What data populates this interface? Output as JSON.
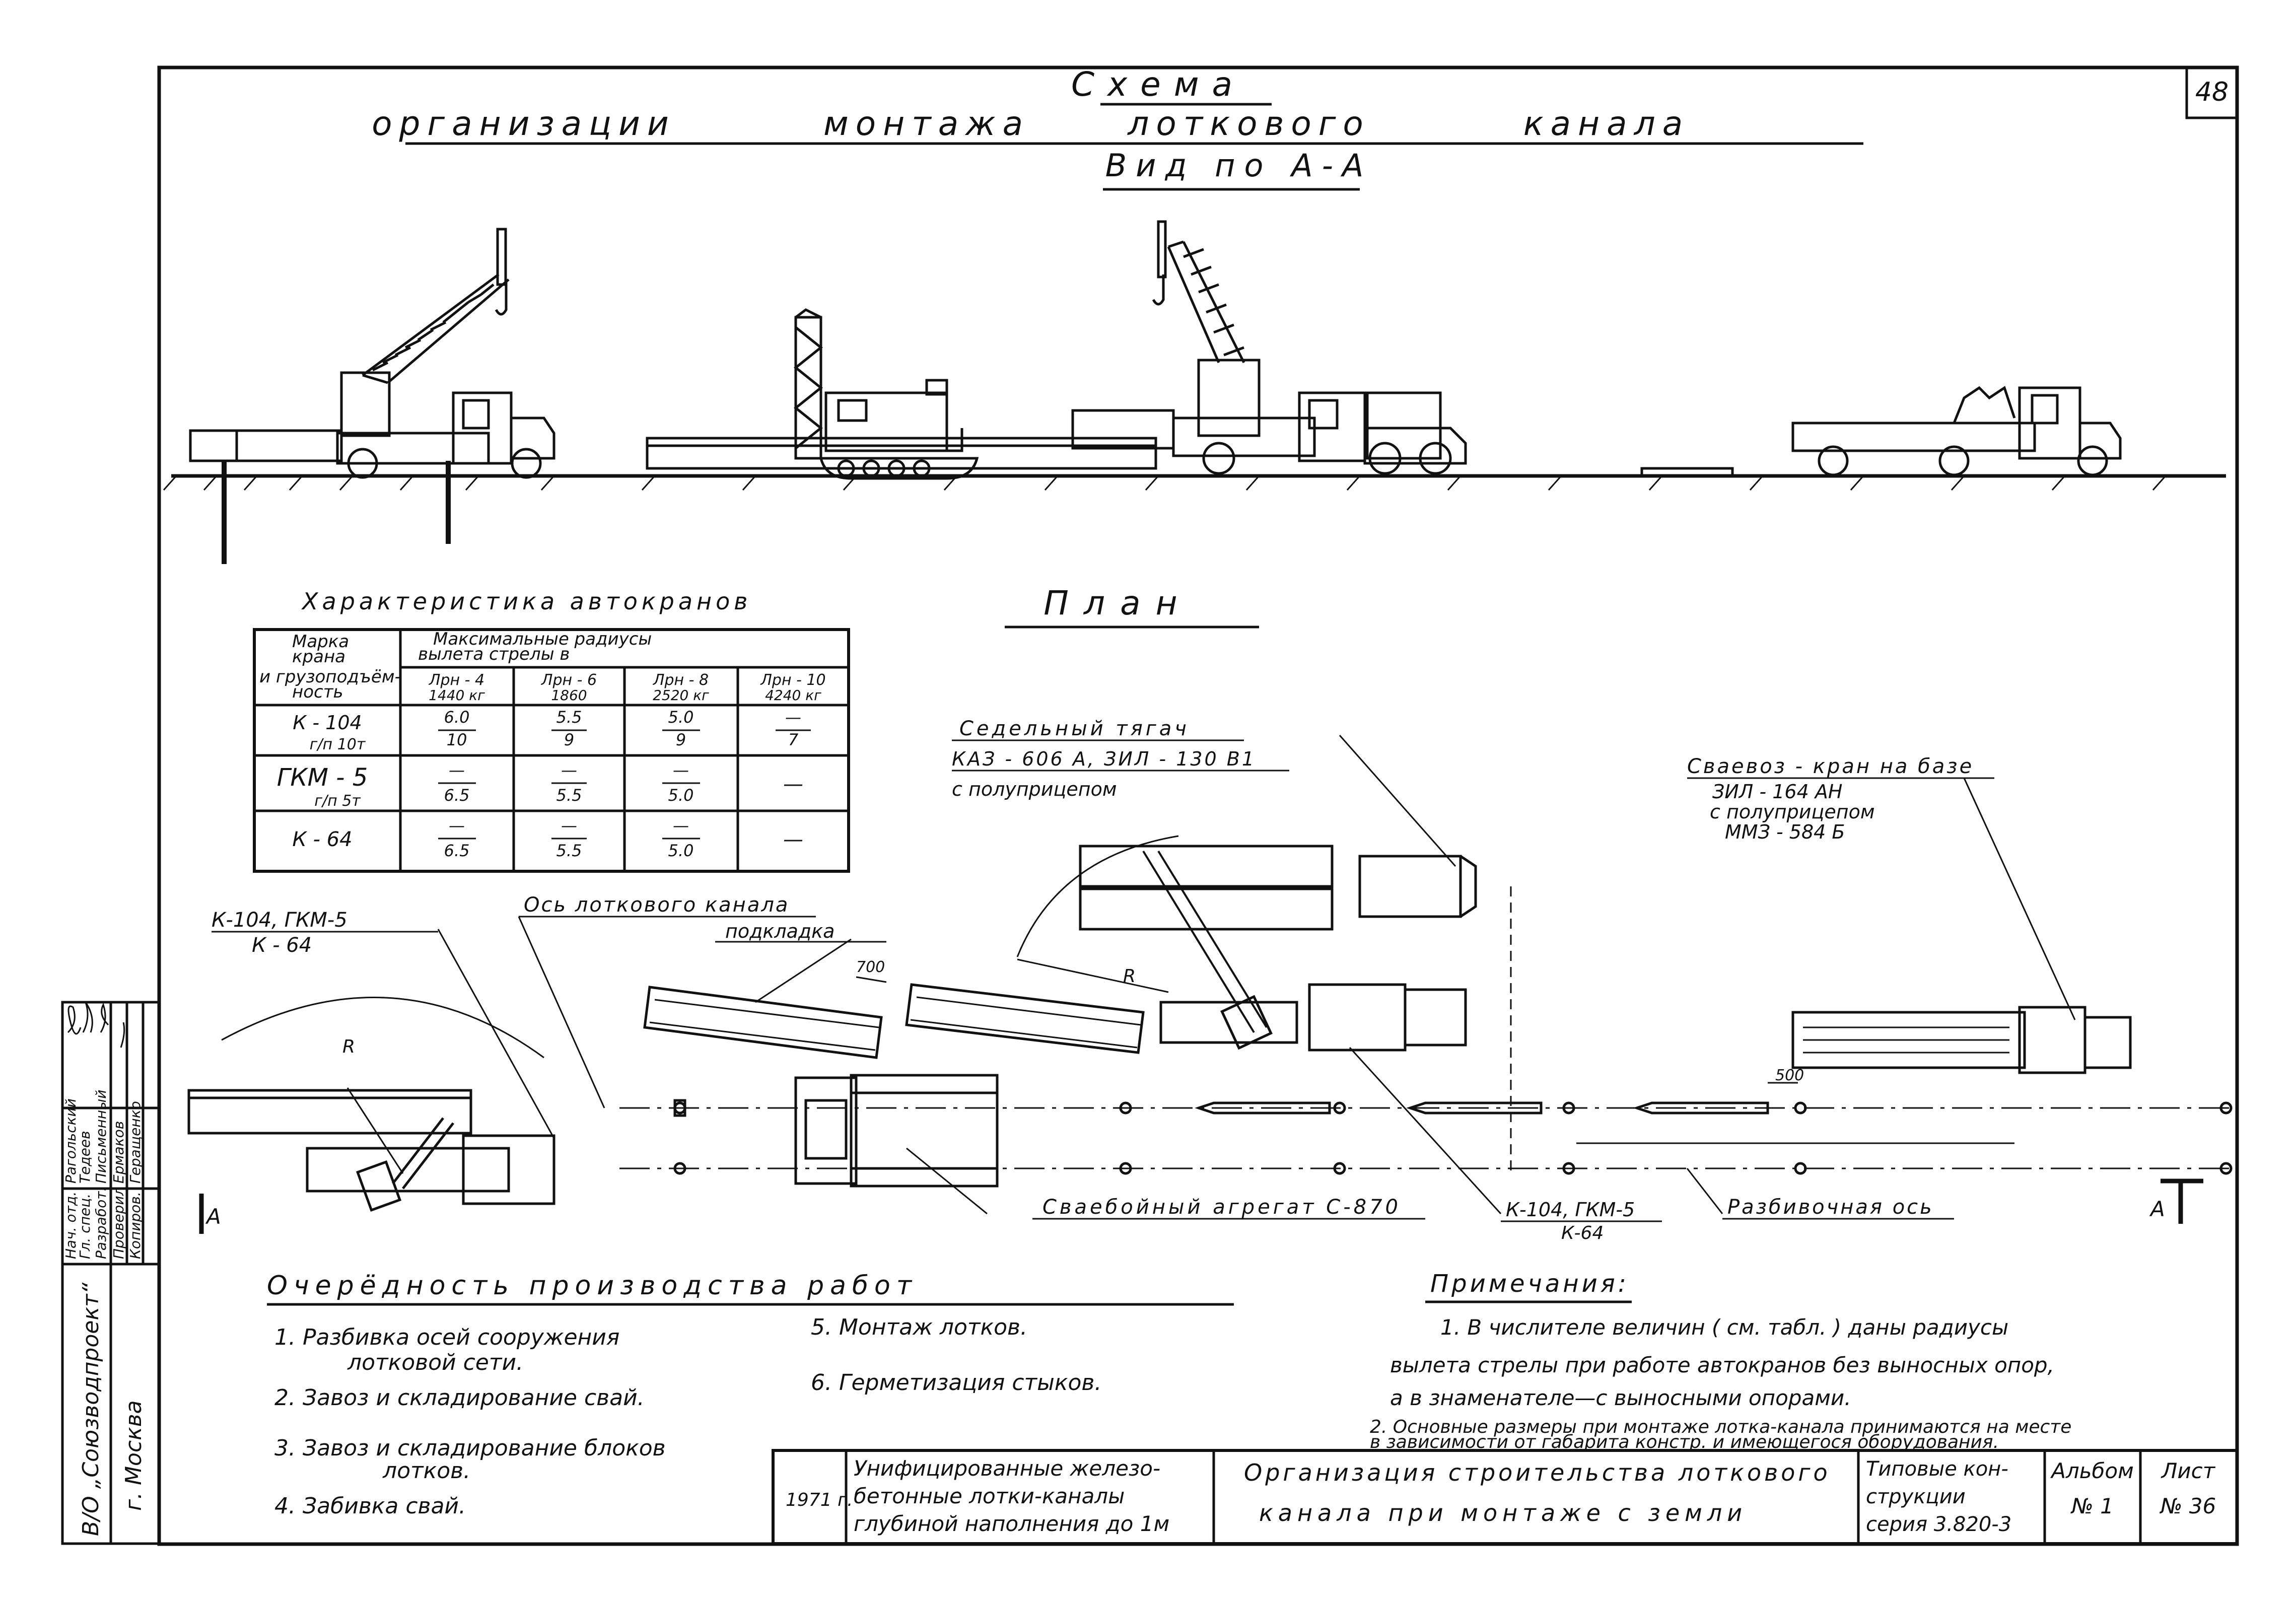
{
  "sheet_number": "48",
  "title": {
    "line1": "Схема",
    "line2_words": [
      "организации",
      "монтажа",
      "лоткового",
      "канала"
    ],
    "view": "Вид по А-А"
  },
  "plan_title": "План",
  "crane_table": {
    "caption": "Характеристика автокранов",
    "header_col1": [
      "Марка",
      "крана",
      "и грузоподъём-",
      "ность"
    ],
    "header_span": [
      "Максимальные радиусы",
      "вылета стрелы в"
    ],
    "columns": [
      {
        "label": "Лрн - 4",
        "sub": "1440 кг"
      },
      {
        "label": "Лрн - 6",
        "sub": "1860"
      },
      {
        "label": "Лрн - 8",
        "sub": "2520 кг"
      },
      {
        "label": "Лрн - 10",
        "sub": "4240 кг"
      }
    ],
    "rows": [
      {
        "crane": "К - 104",
        "sub": "г/п 10т",
        "cells": [
          [
            "6.0",
            "10"
          ],
          [
            "5.5",
            "9"
          ],
          [
            "5.0",
            "9"
          ],
          [
            "—",
            "7"
          ]
        ]
      },
      {
        "crane": "ГКМ - 5",
        "sub": "г/п 5т",
        "cells": [
          [
            "—",
            "6.5"
          ],
          [
            "—",
            "5.5"
          ],
          [
            "—",
            "5.0"
          ],
          [
            "—",
            ""
          ]
        ]
      },
      {
        "crane": "К - 64",
        "sub": "",
        "cells": [
          [
            "—",
            "6.5"
          ],
          [
            "—",
            "5.5"
          ],
          [
            "—",
            "5.0"
          ],
          [
            "—",
            ""
          ]
        ]
      }
    ]
  },
  "plan_labels": {
    "tractor_line1": "Седельный тягач",
    "tractor_line2": "КАЗ - 606 А, ЗИЛ - 130 В1",
    "tractor_line3": "с полуприцепом",
    "pile_truck_line1": "Сваевоз - кран на базе",
    "pile_truck_line2": "ЗИЛ - 164 АН",
    "pile_truck_line3": "с полуприцепом",
    "pile_truck_line4": "ММЗ - 584 Б",
    "crane_left_top": "К-104, ГКМ-5",
    "crane_left_bottom": "К - 64",
    "axis": "Ось лоткового канала",
    "pad": "подкладка",
    "dim_700": "700",
    "dim_500": "500",
    "radius": "R",
    "pile_driver": "Сваебойный агрегат С-870",
    "crane_right_top": "К-104, ГКМ-5",
    "crane_right_bottom": "К-64",
    "layout_axis": "Разбивочная ось",
    "section_a_left": "А",
    "section_a_right": "А"
  },
  "sequence": {
    "title": "Очерёдность производства работ",
    "items": [
      "1. Разбивка осей сооружения",
      "лотковой сети.",
      "2. Завоз и складирование свай.",
      "3. Завоз и складирование блоков",
      "лотков.",
      "4. Забивка свай.",
      "5. Монтаж лотков.",
      "6. Герметизация стыков."
    ]
  },
  "notes": {
    "title": "Примечания:",
    "lines": [
      "1. В числителе величин ( см. табл. ) даны радиусы",
      "вылета стрелы при работе автокранов без выносных опор,",
      "а в знаменателе—с выносными опорами.",
      "2. Основные размеры при монтаже лотка-канала принимаются на месте",
      "в зависимости от габарита констр. и имеющегося оборудования."
    ]
  },
  "side_stamp": {
    "org": "В/О „Союзводпроект“",
    "city": "г. Москва",
    "roles": [
      "Нач. отд.",
      "Гл. спец.",
      "Разработ.",
      "Проверил",
      "Копиров."
    ],
    "names": [
      "Рагольский",
      "Тедеев",
      "Письменный",
      "Ермаков",
      "Геращенко"
    ]
  },
  "title_block": {
    "year": "1971 г.",
    "project": [
      "Унифицированные железо-",
      "бетонные лотки-каналы",
      "глубиной наполнения до 1м"
    ],
    "sheet_title": [
      "Организация строительства лоткового",
      "канала при монтаже с земли"
    ],
    "type_text": [
      "Типовые кон-",
      "струкции",
      "серия 3.820-3"
    ],
    "album_label": "Альбом",
    "album_value": "№ 1",
    "sheet_label": "Лист",
    "sheet_value": "№ 36"
  }
}
